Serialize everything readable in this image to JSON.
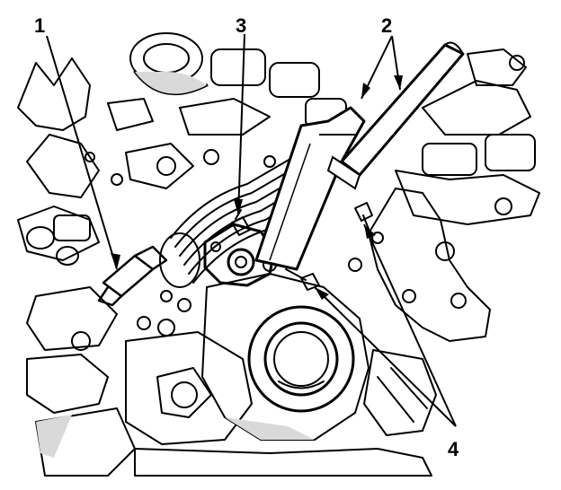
{
  "callouts": [
    {
      "id": "1",
      "label": "1"
    },
    {
      "id": "2",
      "label": "2"
    },
    {
      "id": "3",
      "label": "3"
    },
    {
      "id": "4",
      "label": "4"
    }
  ],
  "colors": {
    "ink": "#000000",
    "paper": "#ffffff",
    "shade": "#d9d9d9"
  }
}
